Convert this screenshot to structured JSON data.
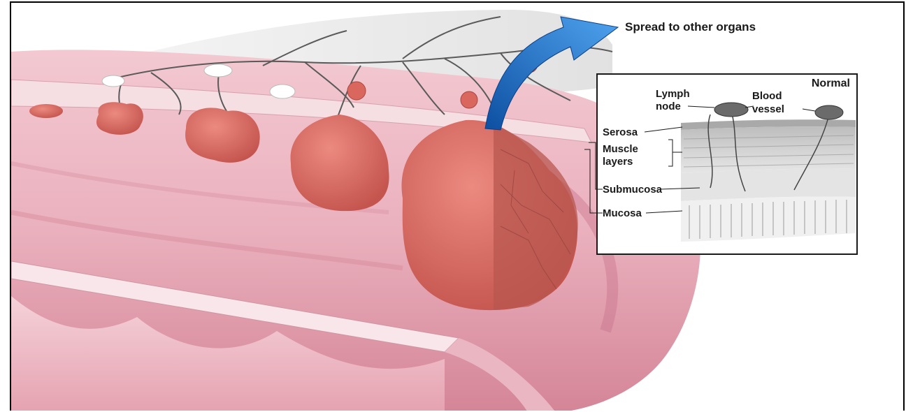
{
  "diagram": {
    "callout_spread": "Spread to other organs",
    "inset": {
      "title": "Normal",
      "labels": {
        "lymph_node": [
          "Lymph",
          "node"
        ],
        "blood_vessel": [
          "Blood",
          "vessel"
        ],
        "serosa": "Serosa",
        "muscle_layers": [
          "Muscle",
          "layers"
        ],
        "submucosa": "Submucosa",
        "mucosa": "Mucosa"
      }
    },
    "colors": {
      "tissue": "#e9a7b4",
      "tissue_dark": "#c9788c",
      "tumor": "#d9675d",
      "tumor_dark": "#b44c45",
      "arrow": "#1f6fc7",
      "vessel": "#555555",
      "inset_bg": "#e8e8e8"
    }
  }
}
